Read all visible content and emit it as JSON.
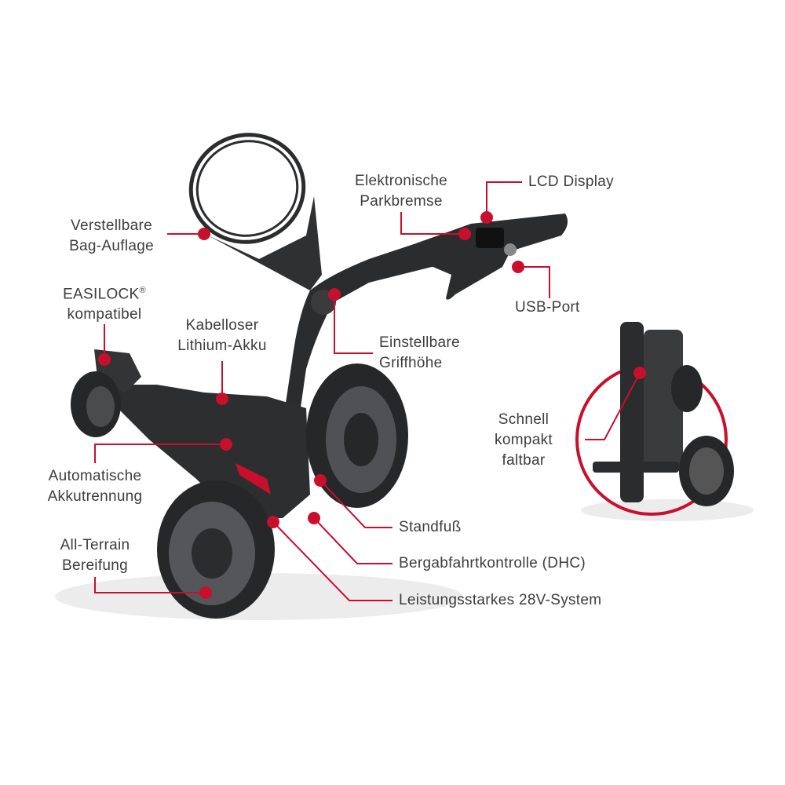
{
  "colors": {
    "accent": "#c8102e",
    "text": "#3d3d3d",
    "product": "#2b2c2e"
  },
  "callouts": {
    "bag_rest": [
      "Verstellbare",
      "Bag-Auflage"
    ],
    "easilock": {
      "line1": "EASILOCK",
      "mark": "®",
      "line2": "kompatibel"
    },
    "battery": [
      "Kabelloser",
      "Lithium-Akku"
    ],
    "park_brake": [
      "Elektronische",
      "Parkbremse"
    ],
    "lcd": "LCD Display",
    "usb": "USB-Port",
    "handle_height": [
      "Einstellbare",
      "Griffhöhe"
    ],
    "auto_disconnect": [
      "Automatische",
      "Akkutrennung"
    ],
    "tyres": [
      "All-Terrain",
      "Bereifung"
    ],
    "stand": "Standfuß",
    "dhc": "Bergabfahrtkontrolle (DHC)",
    "system": "Leistungsstarkes 28V-System",
    "fold": [
      "Schnell",
      "kompakt",
      "faltbar"
    ]
  }
}
